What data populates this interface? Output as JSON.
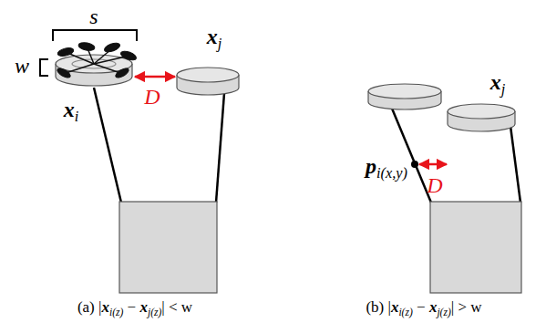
{
  "diagram": {
    "labels": [
      "s",
      "w",
      "D",
      "xi",
      "xj",
      "(a) |xi(z) − xj(z)| < w",
      "pi(x,y)",
      "D",
      "xj",
      "(b) |xi(z) − xj(z)| > w"
    ]
  }
}
